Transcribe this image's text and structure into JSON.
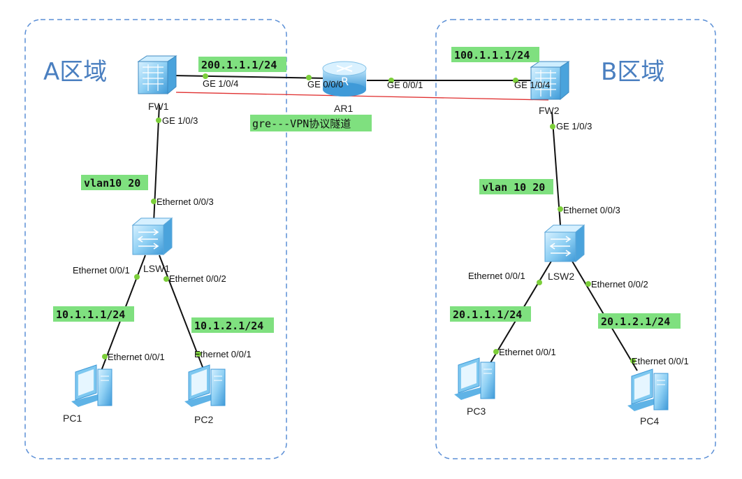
{
  "zones": {
    "a": "A区域",
    "b": "B区域"
  },
  "devices": {
    "fw1": "FW1",
    "fw2": "FW2",
    "ar1": "AR1",
    "lsw1": "LSW1",
    "lsw2": "LSW2",
    "pc1": "PC1",
    "pc2": "PC2",
    "pc3": "PC3",
    "pc4": "PC4"
  },
  "ports": {
    "fw1_ge104": "GE 1/0/4",
    "fw1_ge103": "GE 1/0/3",
    "ar1_ge000": "GE 0/0/0",
    "ar1_ge001": "GE 0/0/1",
    "fw2_ge104": "GE 1/0/4",
    "fw2_ge103": "GE 1/0/3",
    "lsw1_e003": "Ethernet 0/0/3",
    "lsw1_e001": "Ethernet 0/0/1",
    "lsw1_e002": "Ethernet 0/0/2",
    "pc1_e001": "Ethernet 0/0/1",
    "pc2_e001": "Ethernet 0/0/1",
    "lsw2_e003": "Ethernet 0/0/3",
    "lsw2_e001": "Ethernet 0/0/1",
    "lsw2_e002": "Ethernet 0/0/2",
    "pc3_e001": "Ethernet 0/0/1",
    "pc4_e001": "Ethernet 0/0/1"
  },
  "labels": {
    "fw1_ip": "200.1.1.1/24",
    "fw2_ip": "100.1.1.1/24",
    "tunnel": "gre---VPN协议隧道",
    "vlan_a": "vlan10 20",
    "vlan_b": "vlan 10 20",
    "pc1_ip": "10.1.1.1/24",
    "pc2_ip": "10.1.2.1/24",
    "pc3_ip": "20.1.1.1/24",
    "pc4_ip": "20.1.2.1/24"
  },
  "colors": {
    "zone_border": "#5b8fd6",
    "zone_text": "#4a7fc0",
    "link": "#111111",
    "tunnel_link": "#e03030",
    "port_dot": "#7ccf3a",
    "highlight": "#7fe07f",
    "device_fill": "#7ec8f0"
  }
}
